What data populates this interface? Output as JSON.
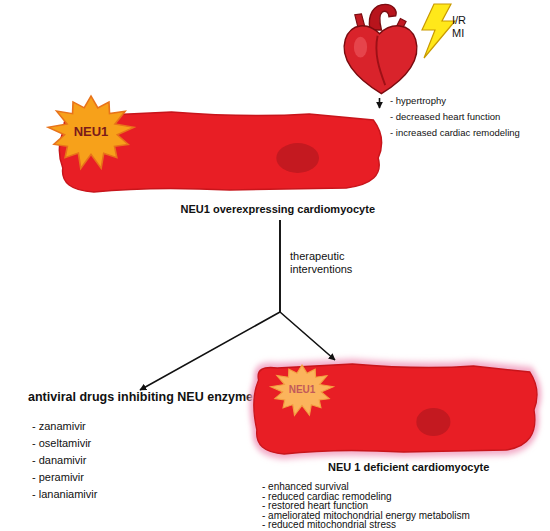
{
  "diagram": {
    "nodes": [
      {
        "text": [
          "I/R MI"
        ]
      },
      {
        "text": [
          "NEU1 overexpressing cardiomyocyte"
        ]
      },
      {
        "text": [
          "NEU1"
        ],
        "in": 1
      },
      {
        "text": [
          "antiviral drugs inhibiting NEU enzymes",
          "- zanamivir",
          "- oseltamivir",
          "- danamivir",
          "- peramivir",
          "- lananiamivir"
        ]
      },
      {
        "text": [
          "NEU 1 deficient cardiomyocyte"
        ]
      },
      {
        "text": [
          "NEU1"
        ],
        "in": 4
      }
    ],
    "edges": [
      {
        "from": 0,
        "to": 1,
        "arrow": "to"
      },
      {
        "from": 1,
        "to": 3,
        "label": "therapeutic interventions",
        "arrow": "to"
      },
      {
        "from": 1,
        "to": 4,
        "arrow": "to"
      }
    ],
    "labels": [
      "- hypertrophy",
      "- decreased heart function",
      "- increased cardiac remodeling",
      "- enhanced survival",
      "- reduced cardiac remodeling",
      "- restored heart function",
      "- ameliorated mitochondrial energy metabolism",
      "- reduced mitochondrial stress"
    ]
  }
}
